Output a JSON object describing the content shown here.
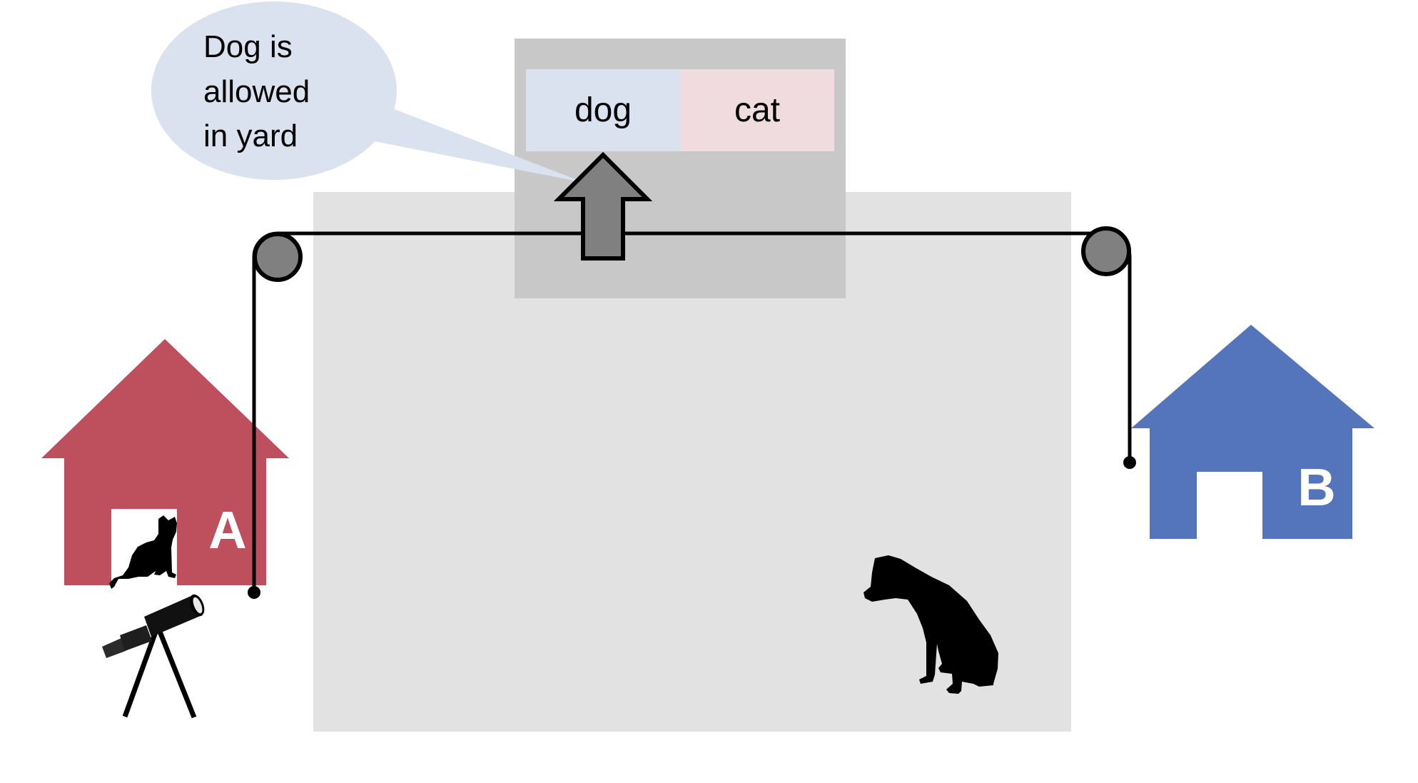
{
  "speech_bubble": {
    "lines": [
      "Dog is",
      "allowed",
      "in yard"
    ]
  },
  "switch_panel": {
    "options": [
      {
        "label": "dog",
        "color": "#dae1ef"
      },
      {
        "label": "cat",
        "color": "#f0dcdf"
      }
    ],
    "selected": "dog"
  },
  "houses": [
    {
      "letter": "A",
      "color": "#be505e",
      "occupant": "cat"
    },
    {
      "letter": "B",
      "color": "#5475bb",
      "occupant": "none"
    }
  ],
  "yard": {
    "occupant": "dog",
    "color": "#e2e2e2"
  },
  "colors": {
    "panel": "#c8c8c8",
    "bubble": "#dae1ef",
    "pulley": "#808080",
    "arrow": "#808080"
  }
}
